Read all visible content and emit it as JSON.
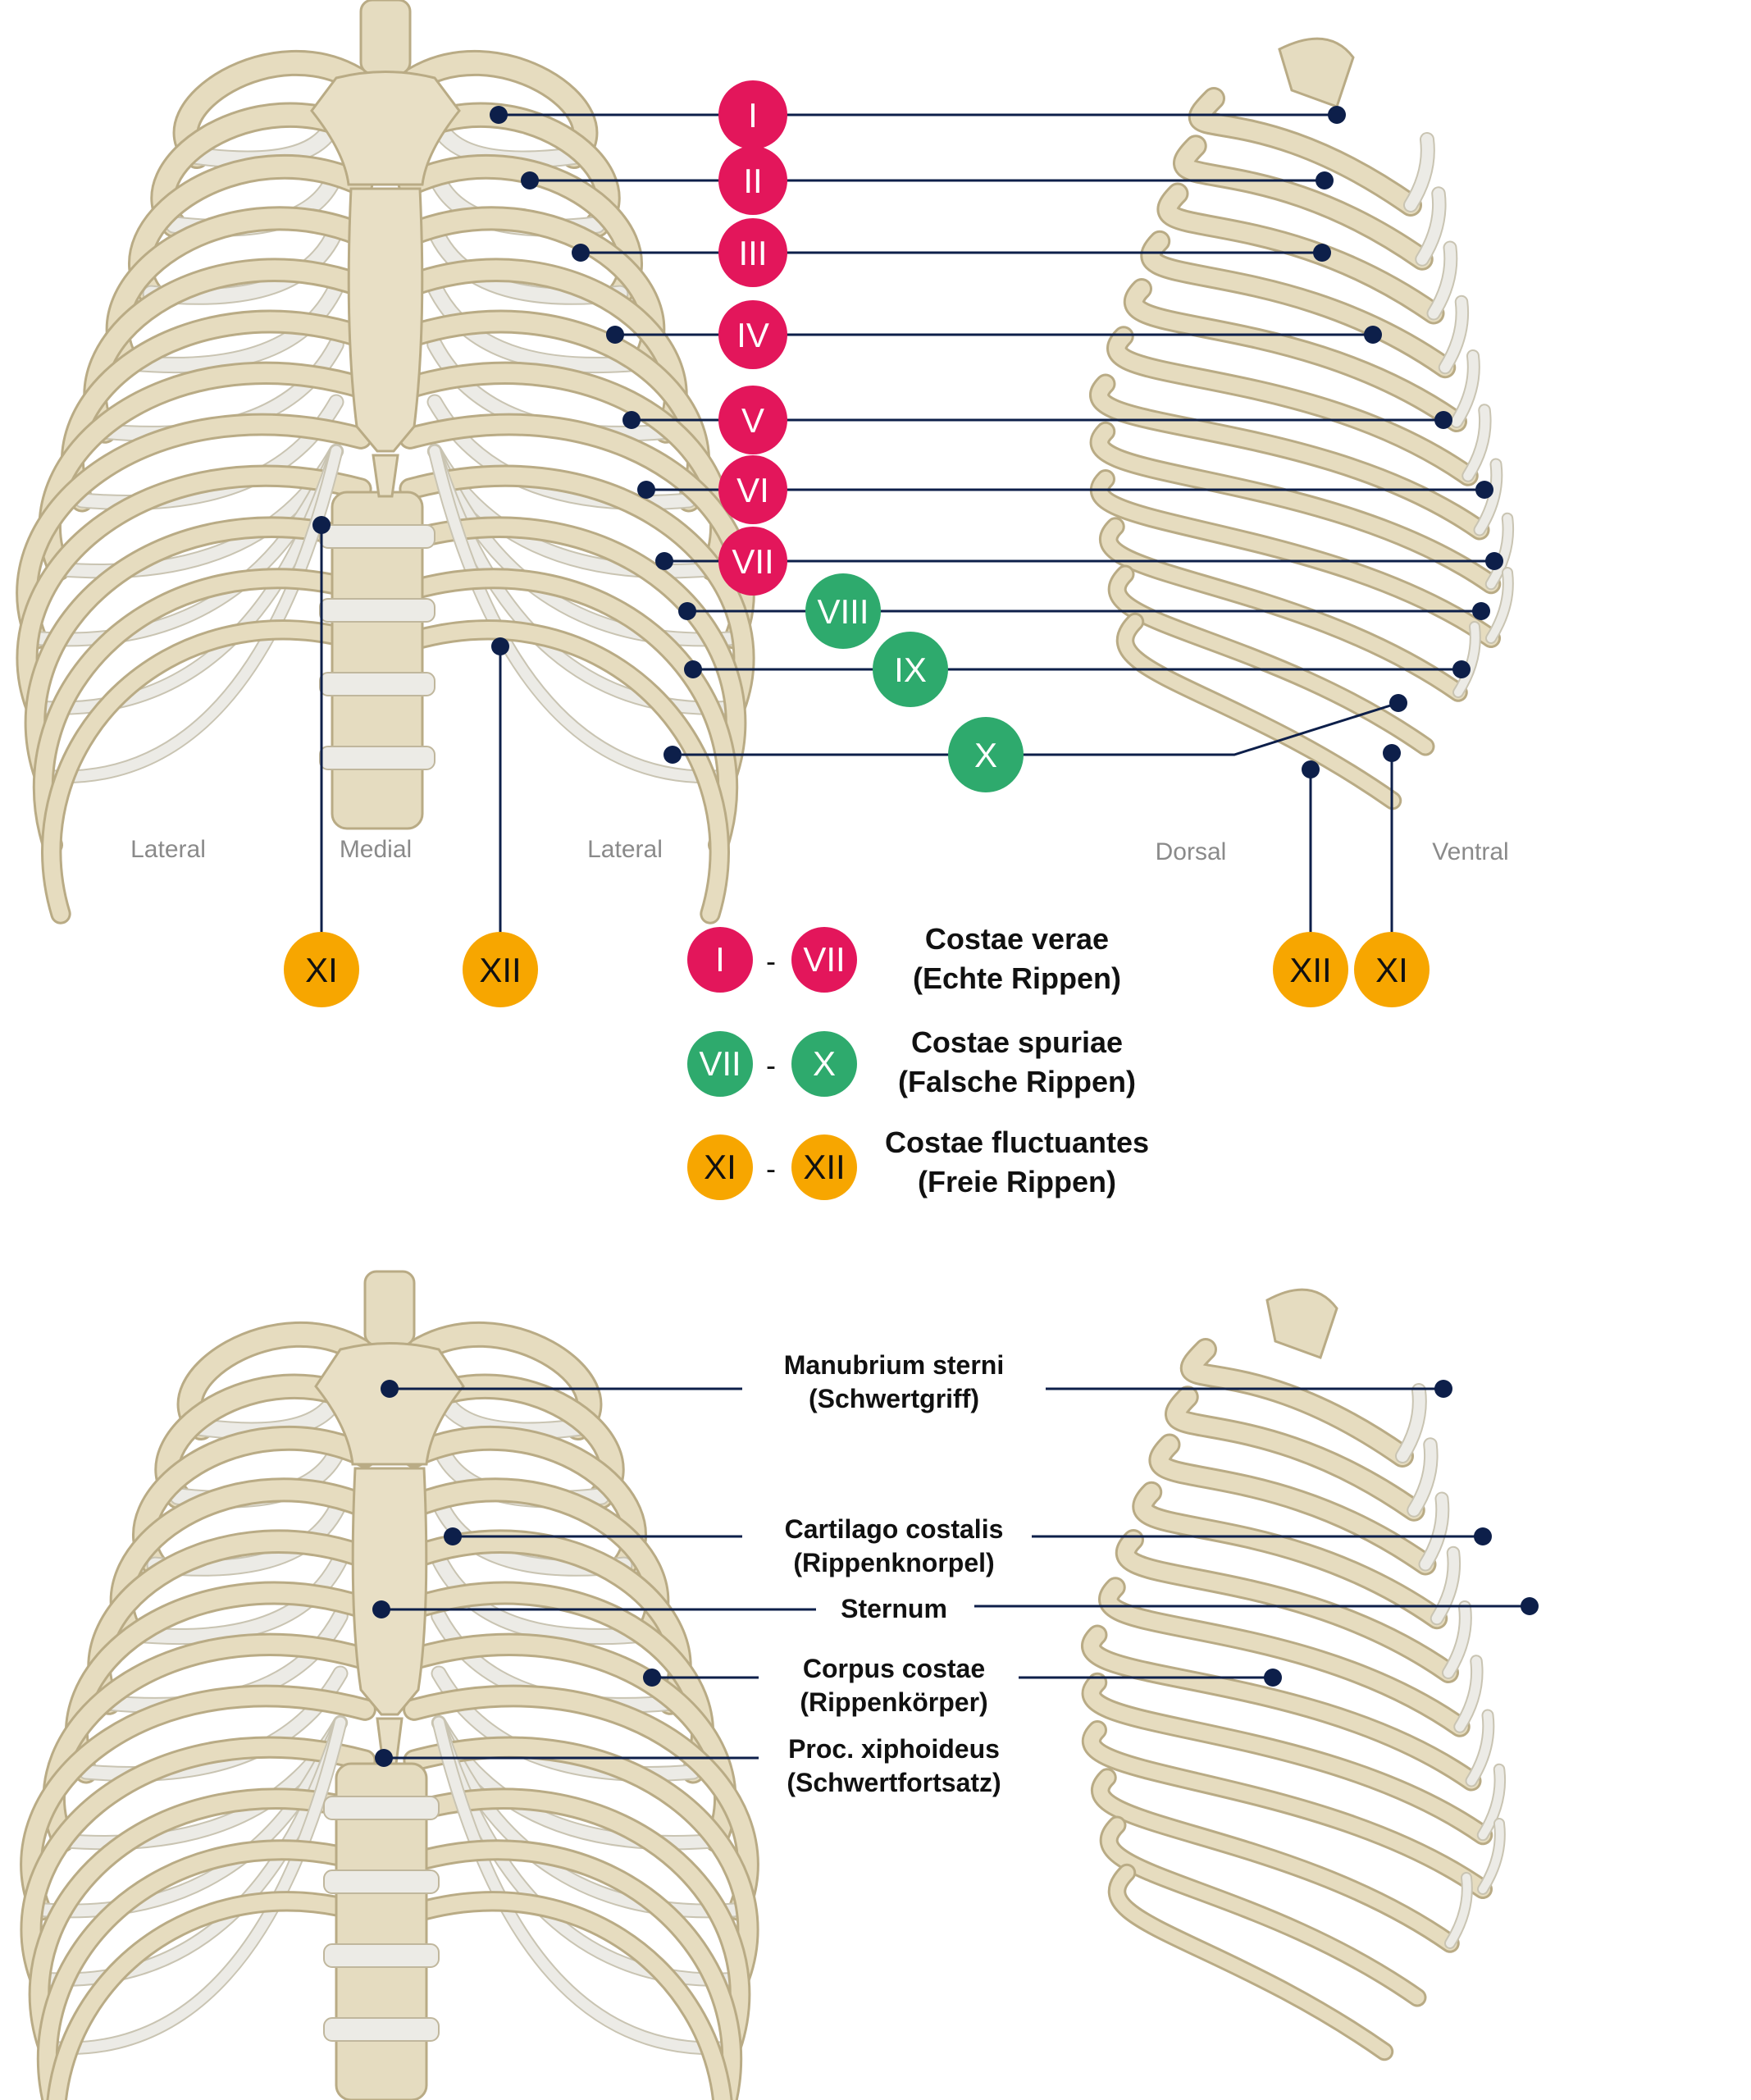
{
  "colors": {
    "true_ribs": "#e3165b",
    "false_ribs": "#2eaa6d",
    "floating_ribs": "#f7a600",
    "leader_line": "#0d1f4a",
    "bone": "#e6dcbf",
    "bone_outline": "#b9ab85",
    "cartilage": "#ecebe6"
  },
  "top_figure": {
    "rib_badges": [
      {
        "label": "I",
        "group": "true_ribs"
      },
      {
        "label": "II",
        "group": "true_ribs"
      },
      {
        "label": "III",
        "group": "true_ribs"
      },
      {
        "label": "IV",
        "group": "true_ribs"
      },
      {
        "label": "V",
        "group": "true_ribs"
      },
      {
        "label": "VI",
        "group": "true_ribs"
      },
      {
        "label": "VII",
        "group": "true_ribs"
      },
      {
        "label": "VIII",
        "group": "false_ribs"
      },
      {
        "label": "IX",
        "group": "false_ribs"
      },
      {
        "label": "X",
        "group": "false_ribs"
      }
    ],
    "floating_badges_front": [
      "XI",
      "XII"
    ],
    "floating_badges_side": [
      "XII",
      "XI"
    ],
    "directions": {
      "lateral_left": "Lateral",
      "medial": "Medial",
      "lateral_right": "Lateral",
      "dorsal": "Dorsal",
      "ventral": "Ventral"
    }
  },
  "legend": [
    {
      "from": "I",
      "to": "VII",
      "group": "true_ribs",
      "title": "Costae verae",
      "subtitle": "(Echte Rippen)"
    },
    {
      "from": "VII",
      "to": "X",
      "group": "false_ribs",
      "title": "Costae spuriae",
      "subtitle": "(Falsche Rippen)"
    },
    {
      "from": "XI",
      "to": "XII",
      "group": "floating_ribs",
      "title": "Costae fluctuantes",
      "subtitle": "(Freie Rippen)"
    }
  ],
  "separator": "-",
  "bottom_figure": {
    "labels": [
      {
        "line1": "Manubrium sterni",
        "line2": "(Schwertgriff)"
      },
      {
        "line1": "Cartilago costalis",
        "line2": "(Rippenknorpel)"
      },
      {
        "line1": "Sternum",
        "line2": ""
      },
      {
        "line1": "Corpus costae",
        "line2": "(Rippenkörper)"
      },
      {
        "line1": "Proc. xiphoideus",
        "line2": "(Schwertfortsatz)"
      }
    ]
  }
}
